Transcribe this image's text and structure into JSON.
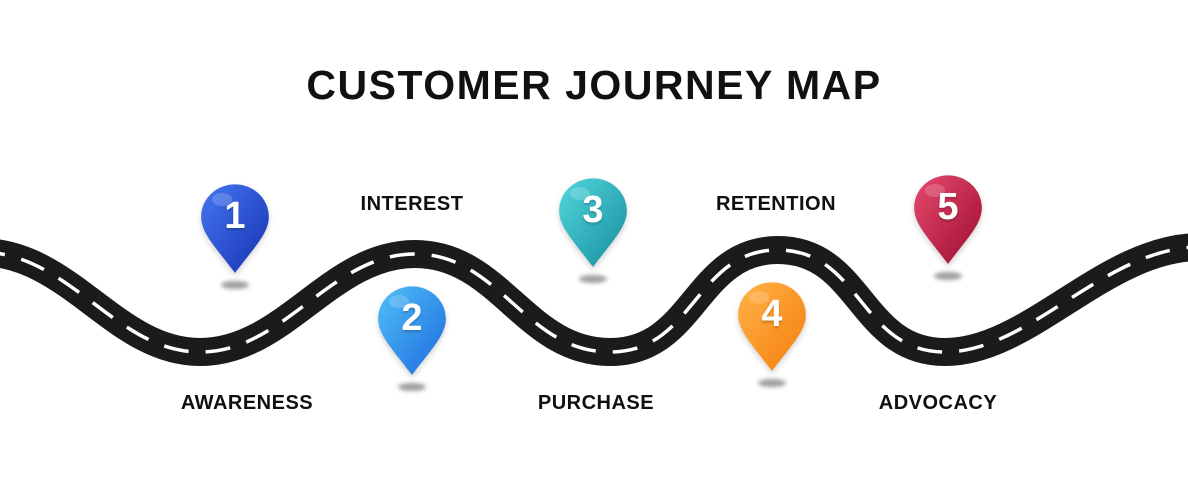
{
  "title": "CUSTOMER JOURNEY MAP",
  "road": {
    "color": "#1b1b1b",
    "dash_color": "#ffffff"
  },
  "stages": [
    {
      "number": "1",
      "label": "AWARENESS",
      "pin_color_light": "#4577f2",
      "pin_color_dark": "#1731b0"
    },
    {
      "number": "2",
      "label": "INTEREST",
      "pin_color_light": "#52c0f6",
      "pin_color_dark": "#1a6ade"
    },
    {
      "number": "3",
      "label": "PURCHASE",
      "pin_color_light": "#53d6dc",
      "pin_color_dark": "#168d9e"
    },
    {
      "number": "4",
      "label": "RETENTION",
      "pin_color_light": "#ffb347",
      "pin_color_dark": "#f57d0d"
    },
    {
      "number": "5",
      "label": "ADVOCACY",
      "pin_color_light": "#e64a6e",
      "pin_color_dark": "#9c0d30"
    }
  ]
}
